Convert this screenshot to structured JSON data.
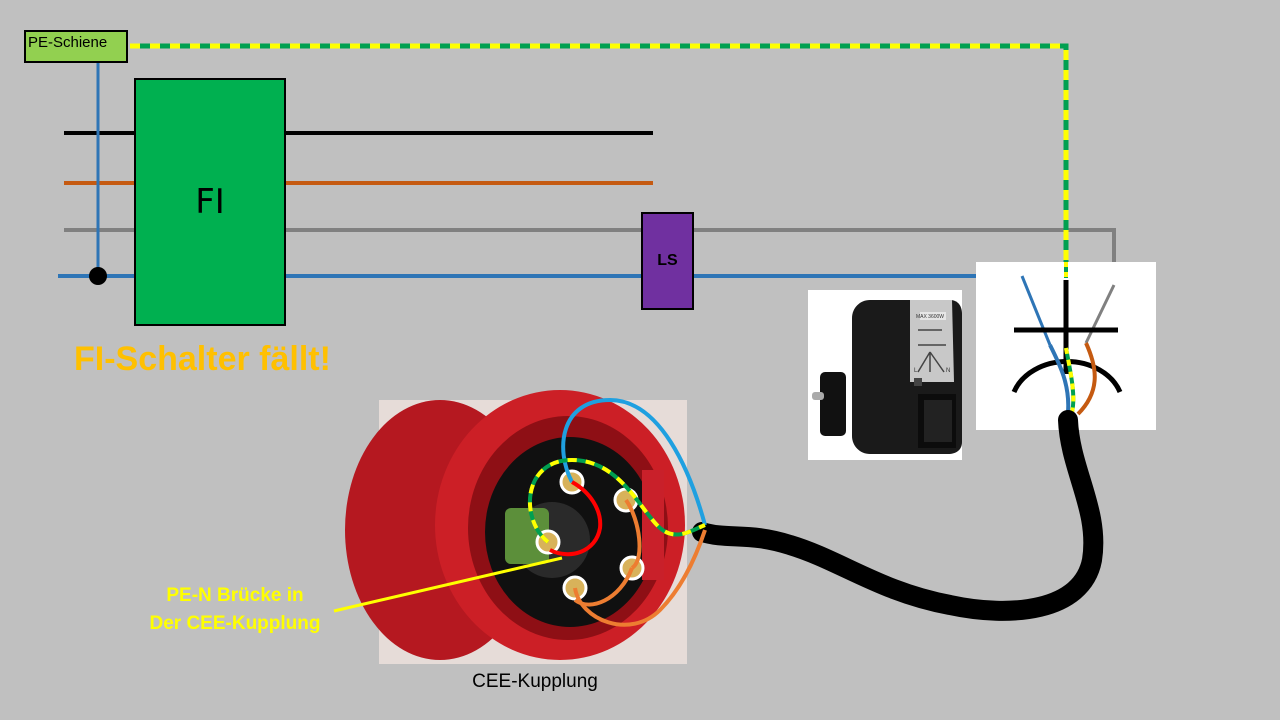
{
  "labels": {
    "pe_rail": "PE-Schiene",
    "fi": "FI",
    "ls": "LS",
    "warning": "FI-Schalter fällt!",
    "bridge_line1": "PE-N Brücke in",
    "bridge_line2": "Der CEE-Kupplung",
    "cee_caption": "CEE-Kupplung"
  },
  "adapter_photo": {
    "label_top": "MAX 3600W",
    "markings": [
      "L",
      "N"
    ]
  },
  "colors": {
    "background": "#c0c0c0",
    "pe_rail": "#92d050",
    "fi_box": "#00b050",
    "ls_box": "#7030a0",
    "warning_text": "#ffc000",
    "bridge_text": "#ffff00",
    "wire_black": "#000000",
    "wire_brown": "#c55a11",
    "wire_grey": "#808080",
    "wire_blue": "#2e75b6",
    "wire_pe_green": "#00a050",
    "wire_pe_yellow": "#ffff00",
    "cee_red": "#c8161d"
  },
  "icons": [
    "junction-dot-icon",
    "socket-symbol-icon",
    "plug-adapter-photo",
    "cee-coupling-photo"
  ]
}
